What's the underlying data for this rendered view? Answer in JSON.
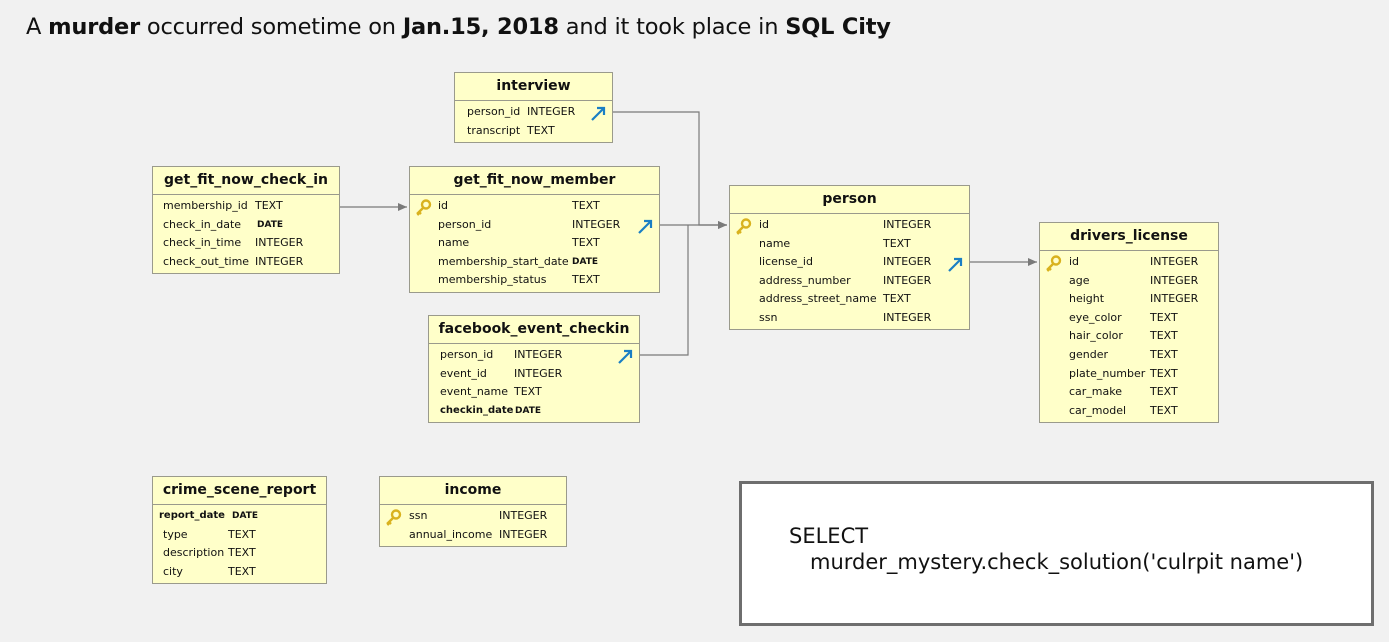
{
  "headline": {
    "p1": "A ",
    "murder": "murder",
    "p2": " occurred sometime on ",
    "date": "Jan.15, 2018",
    "p3": " and it took place in ",
    "city": "SQL City"
  },
  "tables": {
    "interview": {
      "name": "interview",
      "rows": [
        {
          "col": "person_id",
          "type": "INTEGER"
        },
        {
          "col": "transcript",
          "type": "TEXT"
        }
      ]
    },
    "get_fit_now_check_in": {
      "name": "get_fit_now_check_in",
      "rows": [
        {
          "col": "membership_id",
          "type": "TEXT"
        },
        {
          "col": "check_in_date",
          "type": "DATE"
        },
        {
          "col": "check_in_time",
          "type": "INTEGER"
        },
        {
          "col": "check_out_time",
          "type": "INTEGER"
        }
      ]
    },
    "get_fit_now_member": {
      "name": "get_fit_now_member",
      "rows": [
        {
          "col": "id",
          "type": "TEXT"
        },
        {
          "col": "person_id",
          "type": "INTEGER"
        },
        {
          "col": "name",
          "type": "TEXT"
        },
        {
          "col": "membership_start_date",
          "type": "DATE"
        },
        {
          "col": "membership_status",
          "type": "TEXT"
        }
      ]
    },
    "person": {
      "name": "person",
      "rows": [
        {
          "col": "id",
          "type": "INTEGER"
        },
        {
          "col": "name",
          "type": "TEXT"
        },
        {
          "col": "license_id",
          "type": "INTEGER"
        },
        {
          "col": "address_number",
          "type": "INTEGER"
        },
        {
          "col": "address_street_name",
          "type": "TEXT"
        },
        {
          "col": "ssn",
          "type": "INTEGER"
        }
      ]
    },
    "drivers_license": {
      "name": "drivers_license",
      "rows": [
        {
          "col": "id",
          "type": "INTEGER"
        },
        {
          "col": "age",
          "type": "INTEGER"
        },
        {
          "col": "height",
          "type": "INTEGER"
        },
        {
          "col": "eye_color",
          "type": "TEXT"
        },
        {
          "col": "hair_color",
          "type": "TEXT"
        },
        {
          "col": "gender",
          "type": "TEXT"
        },
        {
          "col": "plate_number",
          "type": "TEXT"
        },
        {
          "col": "car_make",
          "type": "TEXT"
        },
        {
          "col": "car_model",
          "type": "TEXT"
        }
      ]
    },
    "facebook_event_checkin": {
      "name": "facebook_event_checkin",
      "rows": [
        {
          "col": "person_id",
          "type": "INTEGER"
        },
        {
          "col": "event_id",
          "type": "INTEGER"
        },
        {
          "col": "event_name",
          "type": "TEXT"
        },
        {
          "col": "checkin_date",
          "type": "DATE"
        }
      ]
    },
    "crime_scene_report": {
      "name": "crime_scene_report",
      "rows": [
        {
          "col": "report_date",
          "type": "DATE"
        },
        {
          "col": "type",
          "type": "TEXT"
        },
        {
          "col": "description",
          "type": "TEXT"
        },
        {
          "col": "city",
          "type": "TEXT"
        }
      ]
    },
    "income": {
      "name": "income",
      "rows": [
        {
          "col": "ssn",
          "type": "INTEGER"
        },
        {
          "col": "annual_income",
          "type": "INTEGER"
        }
      ]
    }
  },
  "sql": {
    "line1": "SELECT",
    "line2": "murder_mystery.check_solution('culrpit name')"
  },
  "colors": {
    "table_fill": "#ffffc9",
    "table_border": "#9a9a8c",
    "connector": "#7a7a7a",
    "fk_arrow": "#1a7fc4",
    "key_icon": "#d9b21e",
    "background": "#f1f1f1"
  }
}
